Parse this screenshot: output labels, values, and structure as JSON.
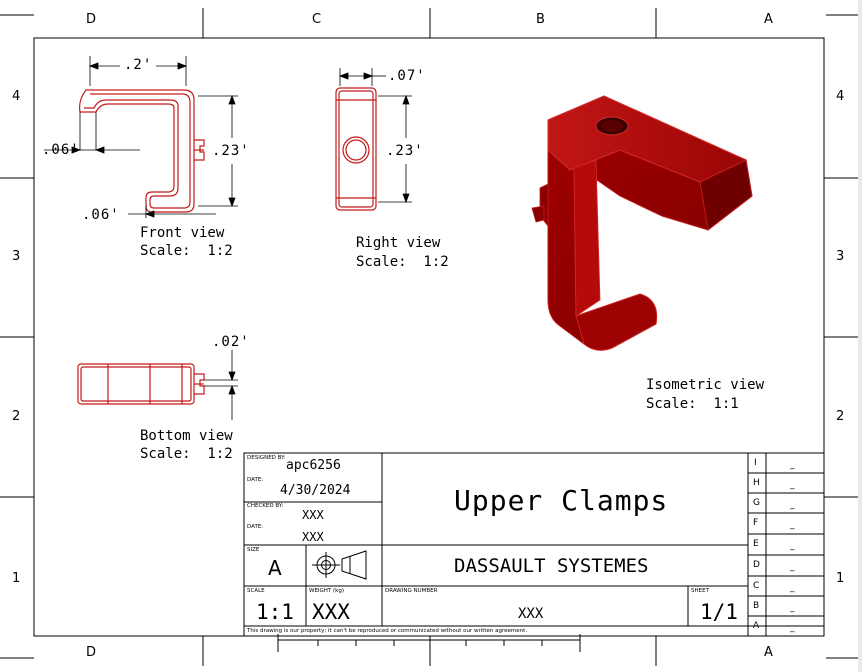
{
  "zones": {
    "columns_top": [
      "D",
      "C",
      "B",
      "A"
    ],
    "columns_bottom": [
      "D",
      "A"
    ],
    "rows_left": [
      "4",
      "3",
      "2",
      "1"
    ],
    "rows_right": [
      "4",
      "3",
      "2",
      "1"
    ]
  },
  "views": {
    "front": {
      "title": "Front view",
      "scale": "Scale:  1:2"
    },
    "right": {
      "title": "Right view",
      "scale": "Scale:  1:2"
    },
    "bottom": {
      "title": "Bottom view",
      "scale": "Scale:  1:2"
    },
    "isometric": {
      "title": "Isometric view",
      "scale": "Scale:  1:1"
    }
  },
  "dimensions": {
    "front_width": ".2'",
    "front_height": ".23'",
    "front_lip": ".06'",
    "front_foot": ".06'",
    "right_width": ".07'",
    "right_height": ".23'",
    "bottom_gap": ".02'"
  },
  "title_block": {
    "designed_by_label": "DESIGNED BY:",
    "designed_by": "apc6256",
    "date_label": "DATE:",
    "date": "4/30/2024",
    "checked_by_label": "CHECKED BY:",
    "checked_by": "XXX",
    "date2_label": "DATE:",
    "date2": "XXX",
    "title": "Upper Clamps",
    "company": "DASSAULT SYSTEMES",
    "size_label": "SIZE",
    "size": "A",
    "scale_label": "SCALE",
    "scale": "1:1",
    "weight_label": "WEIGHT (kg)",
    "weight": "XXX",
    "drawing_number_label": "DRAWING NUMBER",
    "drawing_number": "XXX",
    "sheet_label": "SHEET",
    "sheet": "1/1",
    "notice": "This drawing is our property; it can't be reproduced or communicated without our written agreement."
  },
  "revisions": [
    {
      "letter": "I",
      "value": "_"
    },
    {
      "letter": "H",
      "value": "_"
    },
    {
      "letter": "G",
      "value": "_"
    },
    {
      "letter": "F",
      "value": "_"
    },
    {
      "letter": "E",
      "value": "_"
    },
    {
      "letter": "D",
      "value": "_"
    },
    {
      "letter": "C",
      "value": "_"
    },
    {
      "letter": "B",
      "value": "_"
    },
    {
      "letter": "A",
      "value": "_"
    }
  ],
  "colors": {
    "part": "#8f0000",
    "part_edge": "#c41a1a",
    "line": "#000000"
  }
}
